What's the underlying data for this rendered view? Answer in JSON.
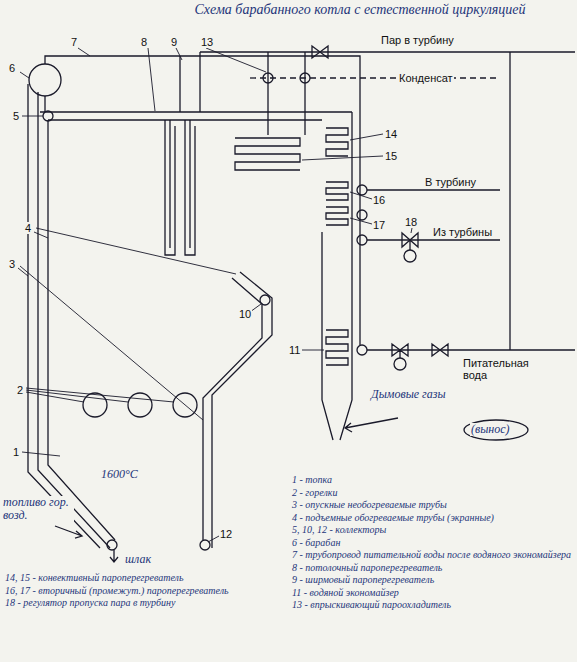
{
  "diagram": {
    "title": "Схема барабанного котла с естественной циркуляцией",
    "labels": [
      "7",
      "8",
      "9",
      "13",
      "6",
      "5",
      "4",
      "3",
      "2",
      "1",
      "14",
      "15",
      "16",
      "17",
      "18",
      "10",
      "11",
      "12",
      "Пар в турбину",
      "Конденсат",
      "В турбину",
      "Из турбины",
      "Питательная вода",
      "Дымовые газы",
      "1600°С",
      "топливо гор. возд.",
      "шлак",
      "(вынос)",
      "1 - топка",
      "2 - горелки",
      "3 - опускные необогреваемые трубы",
      "4 - подъемные обогреваемые трубы (экранные)",
      "5, 10, 12 - коллекторы",
      "6 - барабан",
      "7 - трубопровод питательной воды после водяного экономайзера",
      "8 - потолочный пароперегреватель",
      "9 - ширмовый пароперегреватель",
      "11 - водяной экономайзер",
      "13 - впрыскивающий пароохладитель",
      "14, 15 - конвективный пароперегреватель",
      "16, 17 - вторичный (промежут.) пароперегреватель",
      "18 - регулятор пропуска пара в турбину"
    ]
  }
}
